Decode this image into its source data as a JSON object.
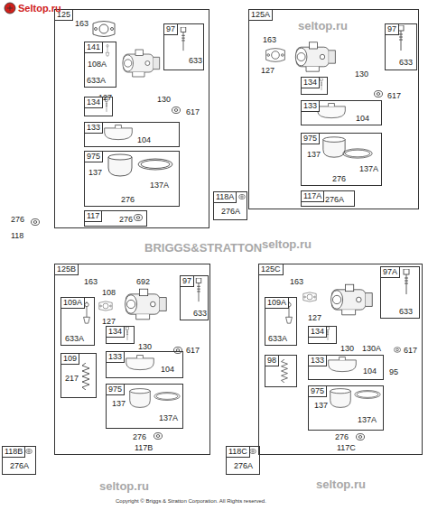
{
  "diagram": {
    "nodes": [
      {
        "text": [
          "125",
          "163",
          "127",
          "130",
          "617"
        ]
      },
      {
        "text": [
          "141",
          "108A",
          "633A"
        ],
        "in": 0
      },
      {
        "text": [
          "97",
          "633"
        ],
        "in": 0
      },
      {
        "text": [
          "134"
        ],
        "in": 0
      },
      {
        "text": [
          "133",
          "104"
        ],
        "in": 0
      },
      {
        "text": [
          "975",
          "137",
          "137A",
          "276"
        ],
        "in": 0
      },
      {
        "text": [
          "117",
          "276"
        ],
        "in": 0
      },
      {
        "text": [
          "125A",
          "163",
          "127",
          "130",
          "617"
        ]
      },
      {
        "text": [
          "97",
          "633"
        ],
        "in": 7
      },
      {
        "text": [
          "134"
        ],
        "in": 7
      },
      {
        "text": [
          "133",
          "104"
        ],
        "in": 7
      },
      {
        "text": [
          "975",
          "137",
          "137A",
          "276"
        ],
        "in": 7
      },
      {
        "text": [
          "117A",
          "276A"
        ],
        "in": 7
      },
      {
        "text": [
          "118A",
          "276A"
        ]
      },
      {
        "text": [
          "125B",
          "163",
          "108",
          "692",
          "127",
          "130",
          "617",
          "276",
          "117B"
        ]
      },
      {
        "text": [
          "97",
          "633"
        ],
        "in": 14
      },
      {
        "text": [
          "109A",
          "633A"
        ],
        "in": 14
      },
      {
        "text": [
          "134"
        ],
        "in": 14
      },
      {
        "text": [
          "109",
          "217"
        ],
        "in": 14
      },
      {
        "text": [
          "133",
          "104"
        ],
        "in": 14
      },
      {
        "text": [
          "975",
          "137",
          "137A"
        ],
        "in": 14
      },
      {
        "text": [
          "118B",
          "276A"
        ]
      },
      {
        "text": [
          "125C",
          "163",
          "127",
          "130",
          "130A",
          "95",
          "617",
          "276",
          "117C"
        ]
      },
      {
        "text": [
          "97A",
          "633"
        ],
        "in": 22
      },
      {
        "text": [
          "109A",
          "633A"
        ],
        "in": 22
      },
      {
        "text": [
          "134"
        ],
        "in": 22
      },
      {
        "text": [
          "98"
        ],
        "in": 22
      },
      {
        "text": [
          "133",
          "104"
        ],
        "in": 22
      },
      {
        "text": [
          "975",
          "137",
          "137A"
        ],
        "in": 22
      },
      {
        "text": [
          "118C",
          "276A"
        ]
      }
    ],
    "labels": [
      "276",
      "118",
      "Seltop.ru",
      "seltop.ru",
      "seltop.ru",
      "seltop.ru",
      "seltop.ru",
      "BRIGGS&STRATTON",
      "Copyright © Briggs & Stratton Corporation. All Rights reserved."
    ]
  }
}
